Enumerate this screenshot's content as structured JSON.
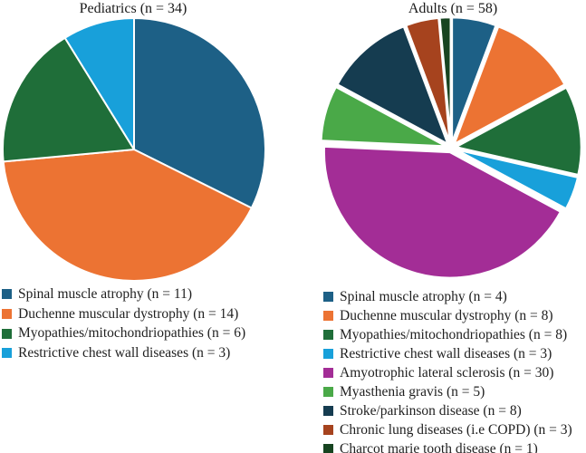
{
  "figure": {
    "background_color": "#ffffff",
    "text_color": "#1f1f1f"
  },
  "chart_data": [
    {
      "type": "pie",
      "name": "pediatrics",
      "title": "Pediatrics (n = 34)",
      "start_angle_deg": 0,
      "direction": "clockwise",
      "legend_position": "bottom-left",
      "slices": [
        {
          "label": "Spinal muscle atrophy (n = 11)",
          "value": 11,
          "color": "#1d6086"
        },
        {
          "label": "Duchenne muscular dystrophy (n = 14)",
          "value": 14,
          "color": "#ec7333"
        },
        {
          "label": "Myopathies/mitochondriopathies (n = 6)",
          "value": 6,
          "color": "#1f6e39"
        },
        {
          "label": "Restrictive chest wall diseases (n = 3)",
          "value": 3,
          "color": "#18a0da"
        }
      ]
    },
    {
      "type": "pie",
      "name": "adults",
      "title": "Adults (n = 58)",
      "start_angle_deg": 0,
      "direction": "clockwise",
      "legend_position": "bottom-left",
      "slices": [
        {
          "label": "Spinal muscle atrophy (n = 4)",
          "value": 4,
          "color": "#1d6086"
        },
        {
          "label": "Duchenne muscular dystrophy (n = 8)",
          "value": 8,
          "color": "#ec7333"
        },
        {
          "label": "Myopathies/mitochondriopathies (n = 8)",
          "value": 8,
          "color": "#1f6e39"
        },
        {
          "label": "Restrictive chest wall diseases (n = 3)",
          "value": 3,
          "color": "#18a0da"
        },
        {
          "label": "Amyotrophic lateral sclerosis (n = 30)",
          "value": 30,
          "color": "#a32d96"
        },
        {
          "label": "Myasthenia gravis (n = 5)",
          "value": 5,
          "color": "#4aa948"
        },
        {
          "label": "Stroke/parkinson disease (n = 8)",
          "value": 8,
          "color": "#153c50"
        },
        {
          "label": "Chronic lung diseases (i.e COPD) (n = 3)",
          "value": 3,
          "color": "#a6431e"
        },
        {
          "label": "Charcot marie tooth disease (n = 1)",
          "value": 1,
          "color": "#174420"
        }
      ]
    }
  ]
}
